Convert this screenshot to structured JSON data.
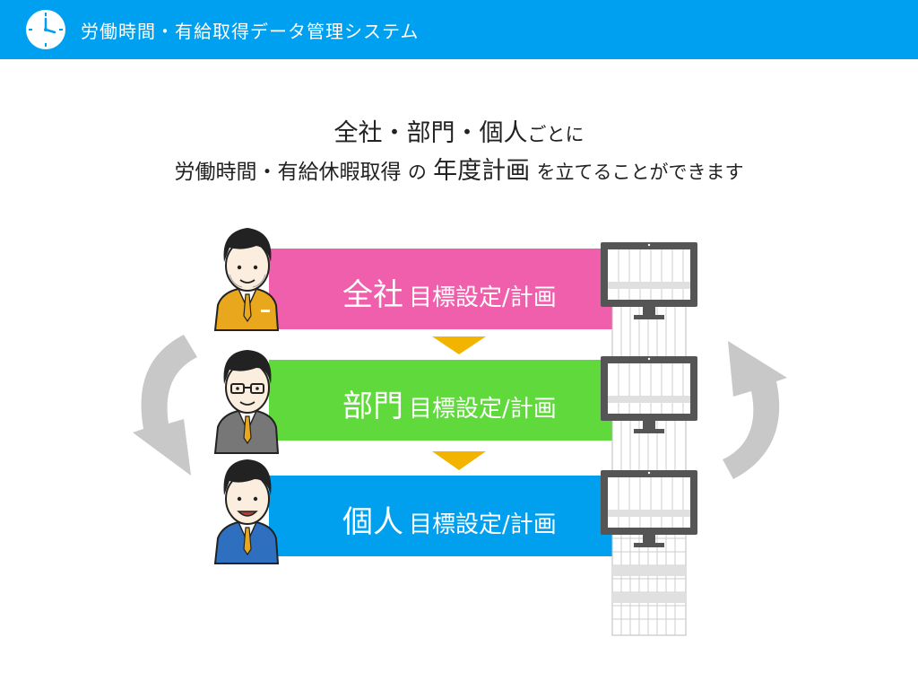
{
  "header": {
    "title": "労働時間・有給取得データ管理システム",
    "icon": "clock-icon",
    "bg_color": "#00a0f0"
  },
  "headline": {
    "line1_main": "全社・部門・個人",
    "line1_suffix": "ごとに",
    "line2_part1": "労働時間・有給休暇取得",
    "line2_part2": "の",
    "line2_part3": "年度計画",
    "line2_part4": "を立てることができます"
  },
  "levels": [
    {
      "main": "全社",
      "sub": "目標設定/計画",
      "color": "#ef5fac",
      "person": "executive-avatar"
    },
    {
      "main": "部門",
      "sub": "目標設定/計画",
      "color": "#5fd93b",
      "person": "manager-avatar"
    },
    {
      "main": "個人",
      "sub": "目標設定/計画",
      "color": "#00a0ef",
      "person": "employee-avatar"
    }
  ],
  "colors": {
    "arrow_down": "#f2b400",
    "cycle_arrow": "#c8c8c8",
    "monitor": "#555555"
  }
}
